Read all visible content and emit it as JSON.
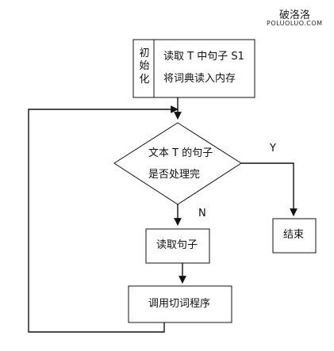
{
  "watermark": {
    "site_cn": "破洛洛",
    "site_url": "POLUOLUO.COM"
  },
  "diagram": {
    "init_label": "初\n始\n化",
    "read_line1": "读取 T 中句子 S1",
    "read_line2": "将词典读入内存",
    "decision_line1": "文本 T 的句子",
    "decision_line2": "是否处理完",
    "yes_label": "Y",
    "no_label": "N",
    "end_label": "结束",
    "read_sentence_label": "读取句子",
    "call_segment_label": "调用切词程序"
  }
}
